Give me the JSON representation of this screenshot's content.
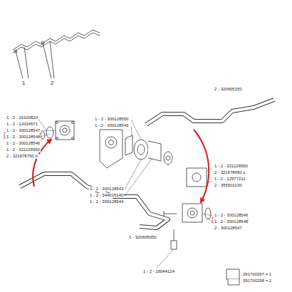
{
  "diagram": {
    "labels": [
      "1",
      "2",
      "2 - 320605150",
      "1 - 2 - 16100824",
      "1 - 2 - 12034571",
      "1 - 2 - 300128547",
      "1 - 2 - 300128548",
      "1 - 2 - 300128546",
      "1 - 2 - 321129550",
      "2 - 321678750 d.",
      "1 - 2 - 300128550",
      "1 - 2 - 300128549",
      "1 - 2 - 300128543",
      "1 - 2 - 344015140",
      "1 - 2 - 300128544",
      "1 - 2 - 321129550",
      "2 - 321678650 s.",
      "1 - 2 - 12577211",
      "2 - 355501130",
      "1 - 2 - 300128546",
      "1 - 2 - 300128548",
      "2 - 300128547",
      "1 - 320605050",
      "1 - 2 - 16044124",
      "391700297 = 1",
      "391700298 = 2"
    ]
  }
}
